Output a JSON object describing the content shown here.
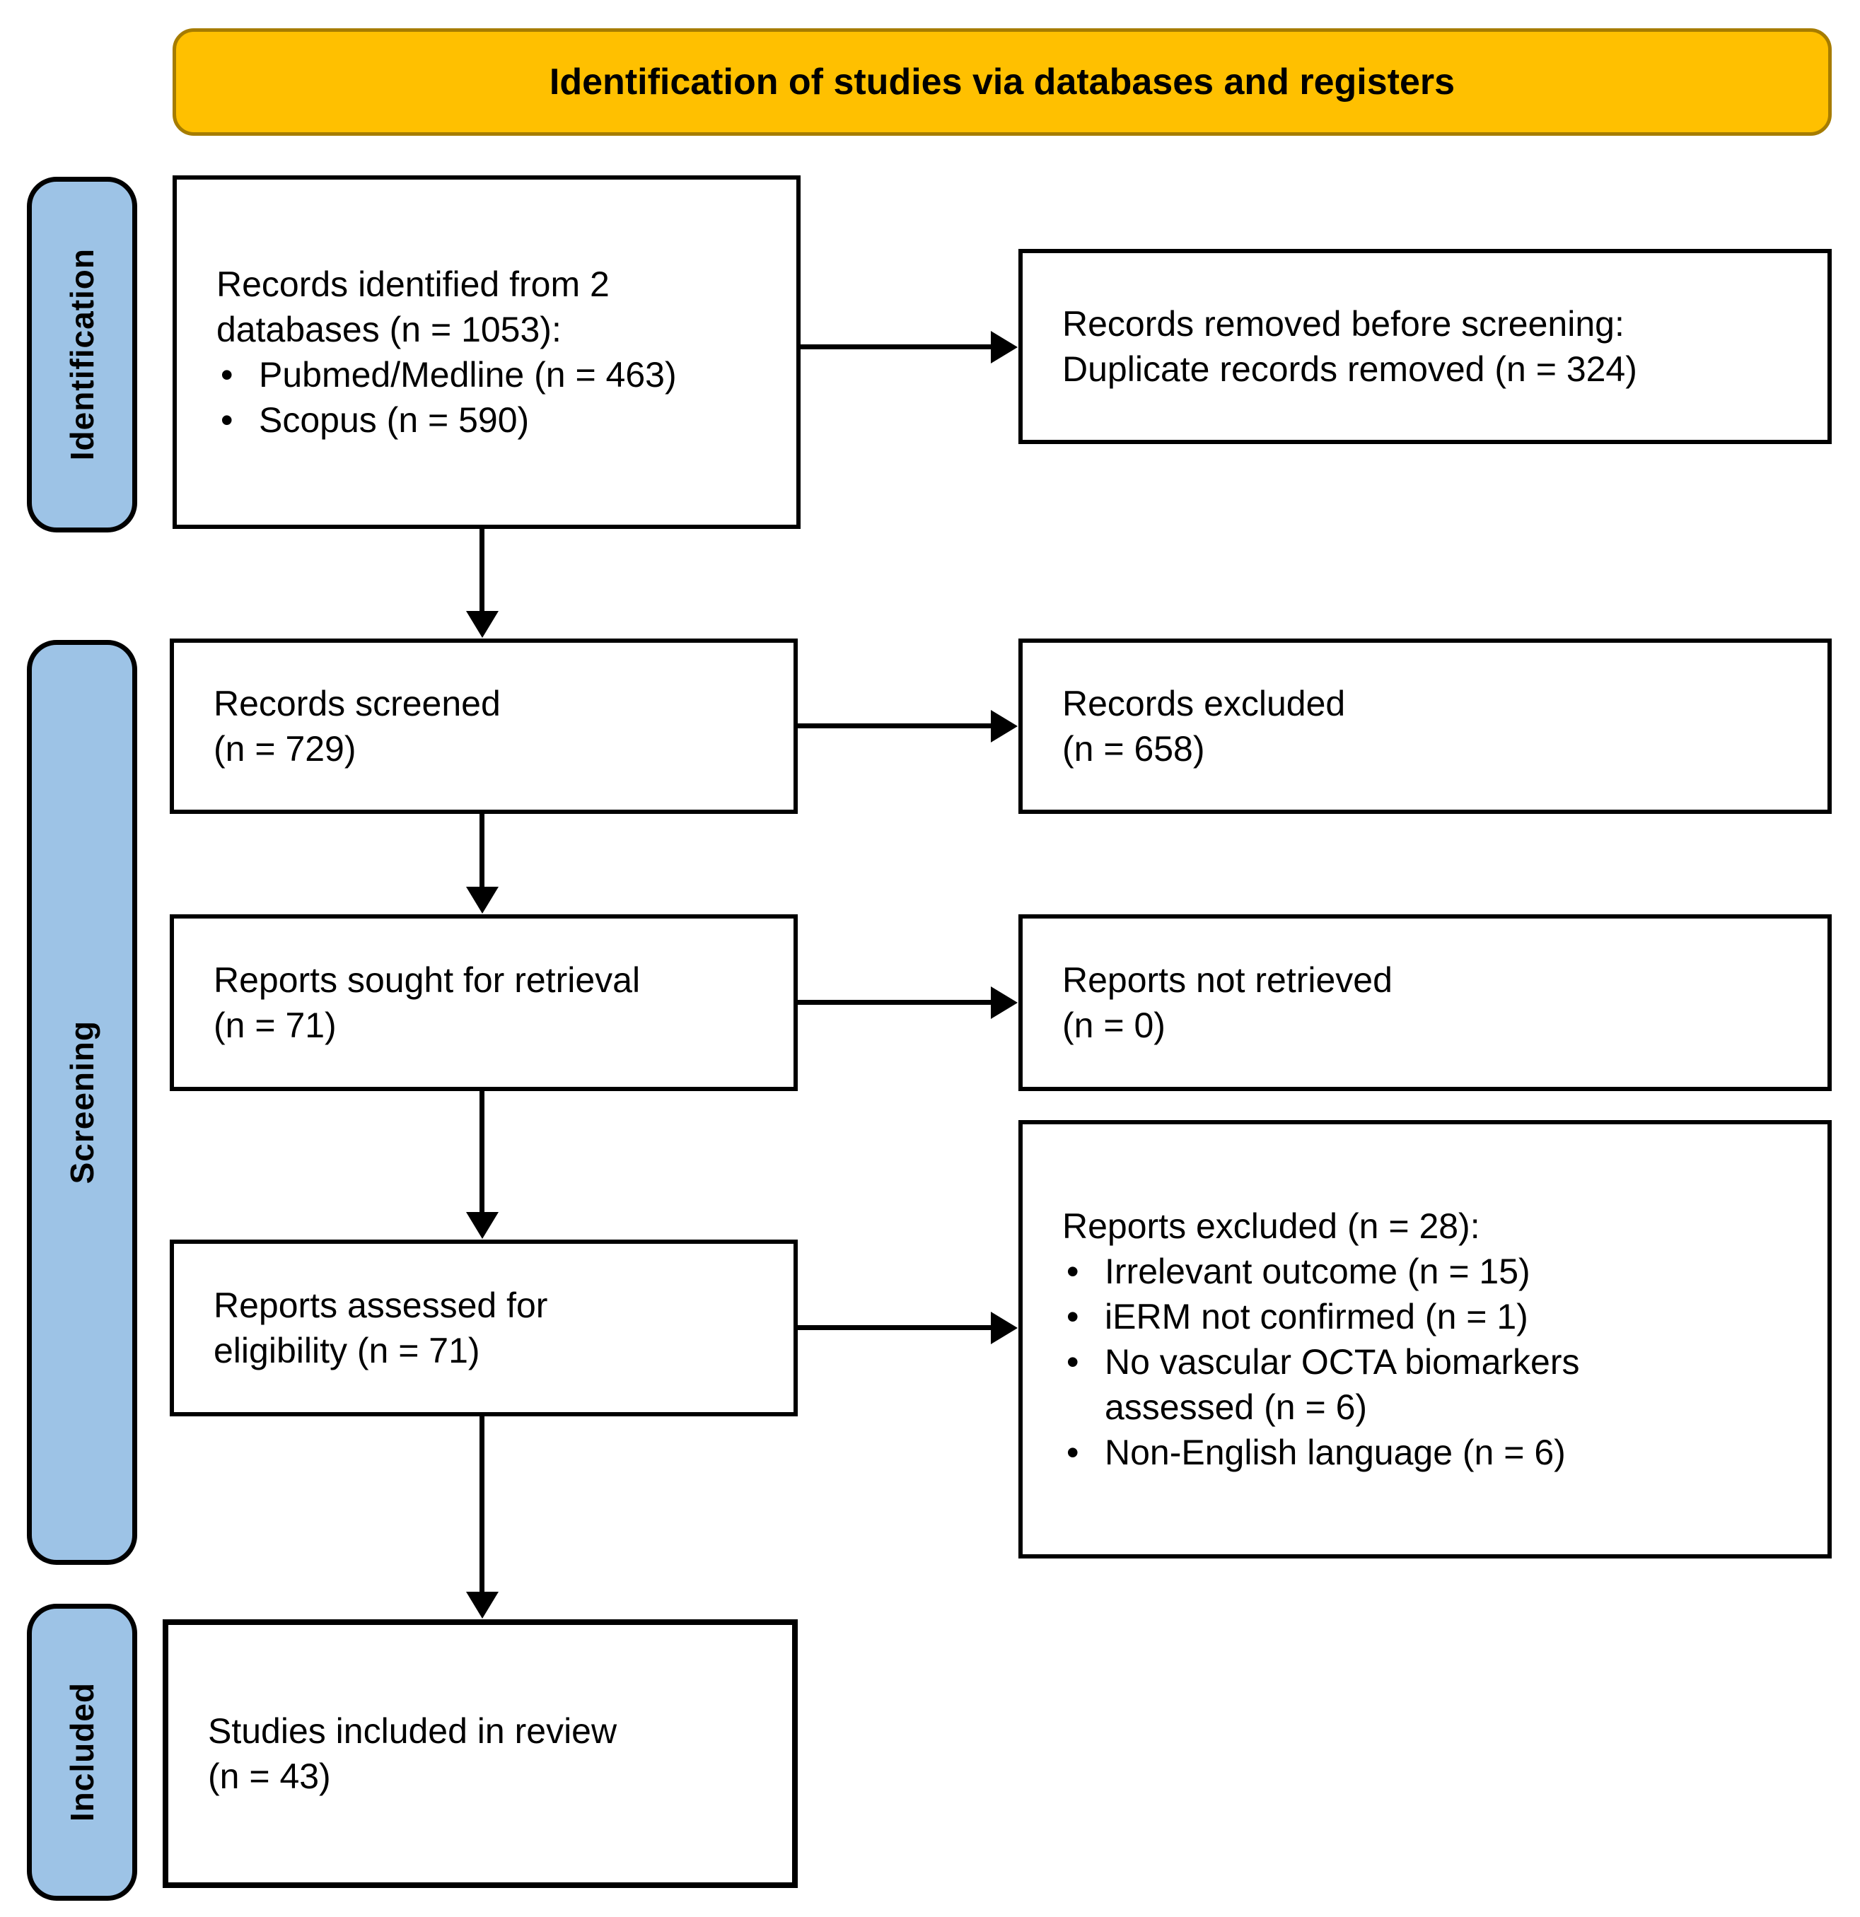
{
  "banner": {
    "title": "Identification of studies via databases and registers"
  },
  "colors": {
    "banner_fill": "#FFC000",
    "banner_border": "#A67C00",
    "sidebar_fill": "#9DC3E6",
    "box_border": "#000000",
    "background": "#FFFFFF",
    "text": "#000000"
  },
  "sidebar": {
    "identification": "Identification",
    "screening": "Screening",
    "included": "Included"
  },
  "flow": {
    "identified": {
      "line1": "Records identified from 2",
      "line2": "databases (n = 1053):",
      "bullets": [
        "Pubmed/Medline (n = 463)",
        "Scopus (n = 590)"
      ]
    },
    "removed": {
      "line1": "Records removed before screening:",
      "line2": "Duplicate records removed (n = 324)"
    },
    "screened": {
      "label": "Records screened",
      "count": "(n = 729)"
    },
    "rec_excluded": {
      "label": "Records excluded",
      "count": "(n = 658)"
    },
    "sought": {
      "label": "Reports sought for retrieval",
      "count": "(n = 71)"
    },
    "not_retrieved": {
      "label": "Reports not retrieved",
      "count": "(n = 0)"
    },
    "assessed": {
      "line1": "Reports assessed for",
      "line2": "eligibility (n = 71)"
    },
    "reports_excluded": {
      "title": "Reports excluded (n = 28):",
      "bullets": [
        "Irrelevant outcome (n = 15)",
        "iERM not confirmed (n = 1)",
        "No vascular OCTA biomarkers assessed (n = 6)",
        "Non-English language (n = 6)"
      ]
    },
    "included_studies": {
      "label": "Studies included in review",
      "count": "(n = 43)"
    }
  }
}
